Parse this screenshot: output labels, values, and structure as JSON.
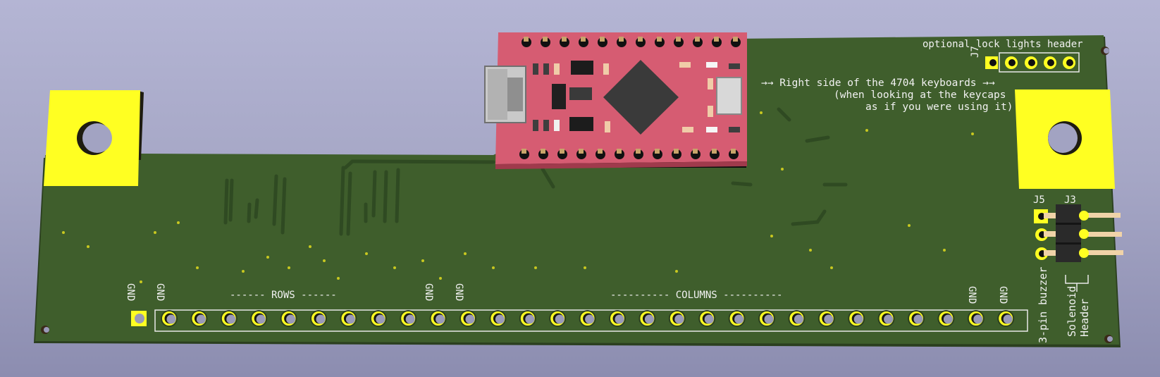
{
  "viewer": {
    "background_top": "#b4b5d4",
    "background_bottom": "#8c8db0"
  },
  "board": {
    "color": "#3f5e2c",
    "edge_color": "#2b3f1f",
    "silkscreen_color": "#f2f2f2",
    "pad_color": "#ffff22"
  },
  "silkscreen": {
    "lock_lights_header": "optional lock lights header",
    "j7_ref": "J7",
    "orientation_line1": "→→ Right side of the 4704 keyboards →→",
    "orientation_line2": "(when looking at the keycaps",
    "orientation_line3": "as if you were using it)",
    "rows_label": "------ ROWS ------",
    "columns_label": "---------- COLUMNS ----------",
    "gnd_labels": [
      "GND",
      "GND",
      "GND",
      "GND",
      "GND",
      "GND"
    ],
    "j5_ref": "J5",
    "j3_ref": "J3",
    "buzzer_label": "3-pin buzzer",
    "solenoid_label_line1": "Solenoid",
    "solenoid_label_line2": "Header"
  },
  "components": {
    "microcontroller_board": {
      "color": "#d65c72",
      "pin_count_per_side": 12
    },
    "usb_connector": {
      "type": "micro-usb"
    },
    "main_header": {
      "pin_count": 30
    },
    "lock_lights_header": {
      "pin_count": 5
    },
    "buzzer_header": {
      "pin_count": 3
    },
    "solenoid_header": {
      "pin_count": 3
    }
  },
  "mounting_pads": [
    {
      "name": "left-mounting-pad"
    },
    {
      "name": "right-mounting-pad"
    }
  ]
}
